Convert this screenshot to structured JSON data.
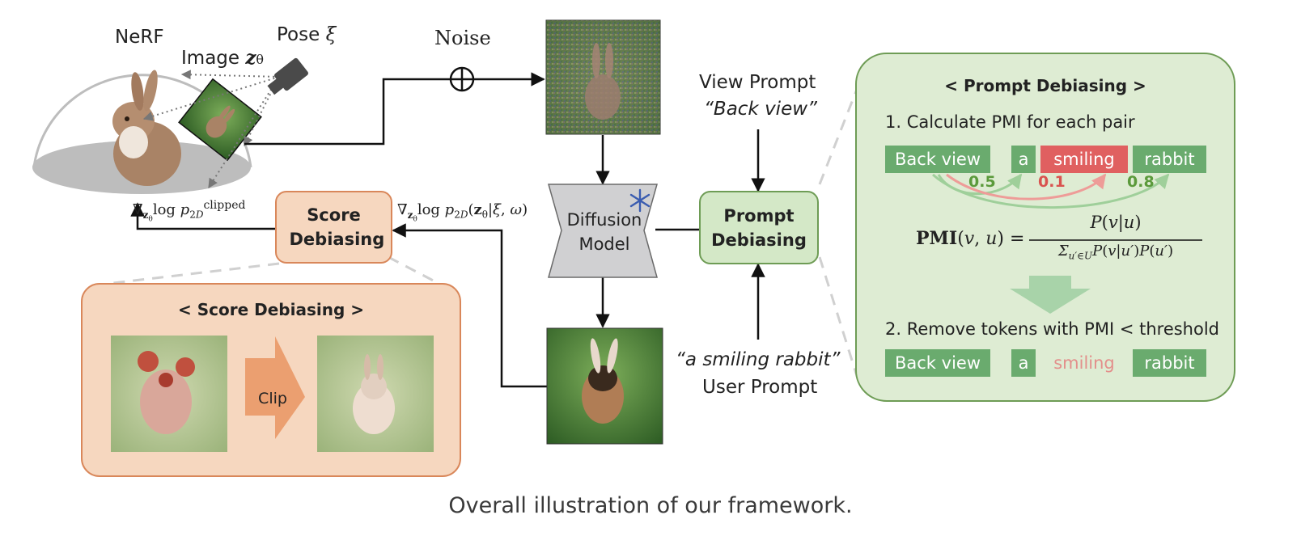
{
  "labels": {
    "nerf": "NeRF",
    "image_label": "Image",
    "pose_label": "Pose",
    "noise": "Noise",
    "view_prompt": "View Prompt",
    "back_view_quote": "“Back view”",
    "user_prompt_quote": "“a smiling rabbit”",
    "user_prompt": "User Prompt",
    "grad_clipped_sup": "clipped",
    "caption": "Overall illustration of our framework."
  },
  "nodes": {
    "score_debiasing": "Score Debiasing",
    "diffusion_line1": "Diffusion",
    "diffusion_line2": "Model",
    "prompt_debiasing_line1": "Prompt",
    "prompt_debiasing_line2": "Debiasing"
  },
  "score_panel": {
    "title": "< Score Debiasing >",
    "clip_label": "Clip"
  },
  "prompt_panel": {
    "title": "< Prompt Debiasing >",
    "step1": "1. Calculate PMI for each pair",
    "step2": "2. Remove tokens with PMI < threshold",
    "tokens_row1": [
      "Back view",
      "a",
      "smiling",
      "rabbit"
    ],
    "tokens_row2": [
      "Back view",
      "a",
      "smiling",
      "rabbit"
    ],
    "pmi_values": [
      "0.5",
      "0.1",
      "0.8"
    ]
  },
  "colors": {
    "orange_fill": "#f6d7bf",
    "orange_border": "#d9875a",
    "green_fill": "#deecd3",
    "green_border": "#6e9c55",
    "token_green": "#6aab6e",
    "token_red": "#e06060",
    "pmi_green": "#5b9a3b",
    "pmi_red": "#d9534f"
  },
  "icons": [
    "camera-icon",
    "snowflake-icon",
    "oplus-icon",
    "down-arrow-icon",
    "clip-arrow-icon"
  ]
}
